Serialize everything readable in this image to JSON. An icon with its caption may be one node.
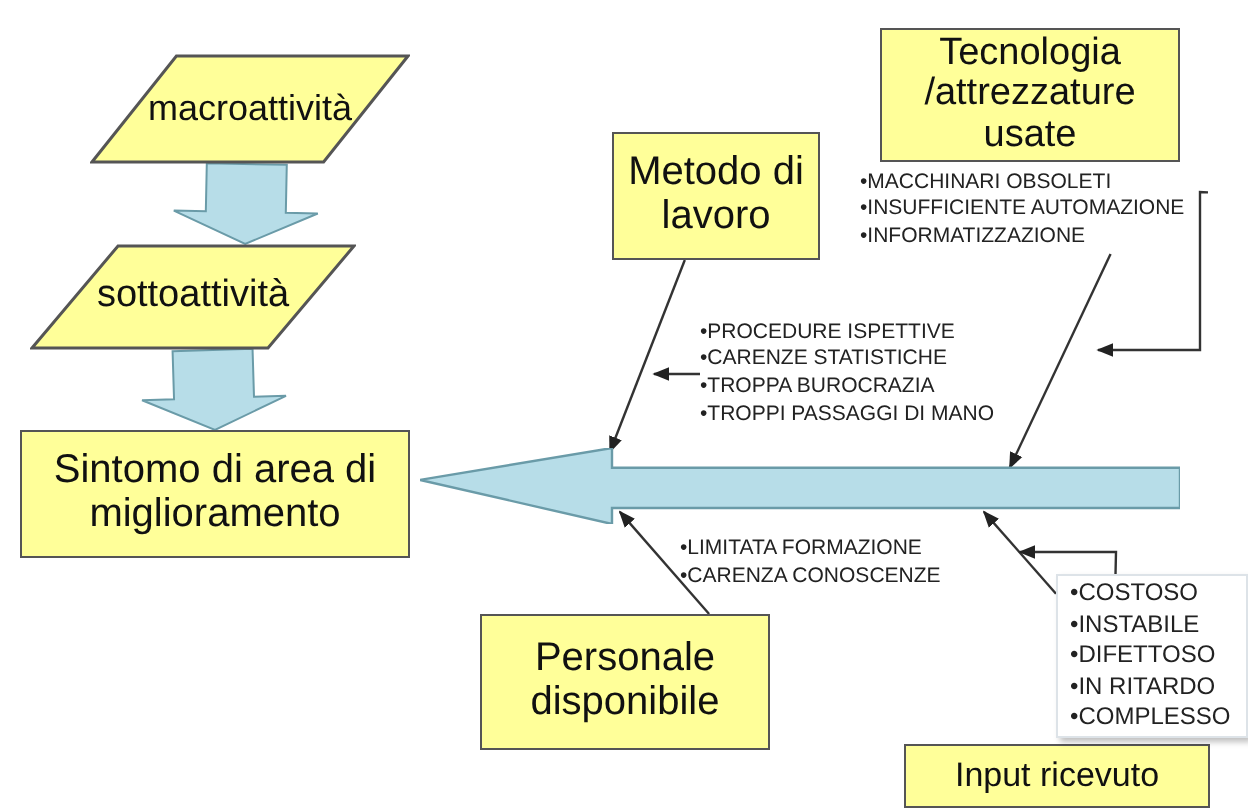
{
  "diagram": {
    "nodes": [
      {
        "text": [
          "macroattività"
        ]
      },
      {
        "text": [
          "sottoattività"
        ]
      },
      {
        "text": [
          "Sintomo di area di miglioramento"
        ]
      },
      {
        "text": [
          "Metodo di lavoro"
        ]
      },
      {
        "text": [
          "Tecnologia /attrezzature usate"
        ]
      },
      {
        "text": [
          "Personale disponibile"
        ]
      },
      {
        "text": [
          "Input ricevuto"
        ]
      },
      {
        "text": [],
        "shape": "arrow"
      },
      {
        "text": [
          "•PROCEDURE ISPETTIVE",
          "•CARENZE STATISTICHE",
          "•TROPPA BUROCRAZIA",
          "•TROPPI PASSAGGI DI MANO"
        ]
      },
      {
        "text": [
          "•MACCHINARI OBSOLETI",
          "•INSUFFICIENTE AUTOMAZIONE",
          "•INFORMATIZZAZIONE"
        ]
      },
      {
        "text": [
          "•COSTOSO",
          "•INSTABILE",
          "•DIFETTOSO",
          "•IN RITARDO",
          "•COMPLESSO"
        ]
      },
      {
        "text": [
          "•LIMITATA FORMAZIONE",
          "•CARENZA CONOSCENZE"
        ]
      }
    ],
    "edges": [
      {
        "from": 0,
        "to": 1,
        "arrow": "to",
        "style": "thick",
        "color": "#b7dde8"
      },
      {
        "from": 1,
        "to": 2,
        "arrow": "to",
        "style": "thick",
        "color": "#b7dde8"
      },
      {
        "from": 3,
        "to": 7,
        "arrow": "to"
      },
      {
        "from": 8,
        "to": null,
        "arrow": "to"
      },
      {
        "from": 9,
        "to": 7,
        "arrow": "to"
      },
      {
        "from": 9,
        "to": null,
        "arrow": "to"
      },
      {
        "from": 5,
        "to": 7,
        "arrow": "to"
      },
      {
        "from": 10,
        "to": 7,
        "arrow": "to"
      },
      {
        "from": 10,
        "to": null,
        "arrow": "to"
      }
    ]
  }
}
